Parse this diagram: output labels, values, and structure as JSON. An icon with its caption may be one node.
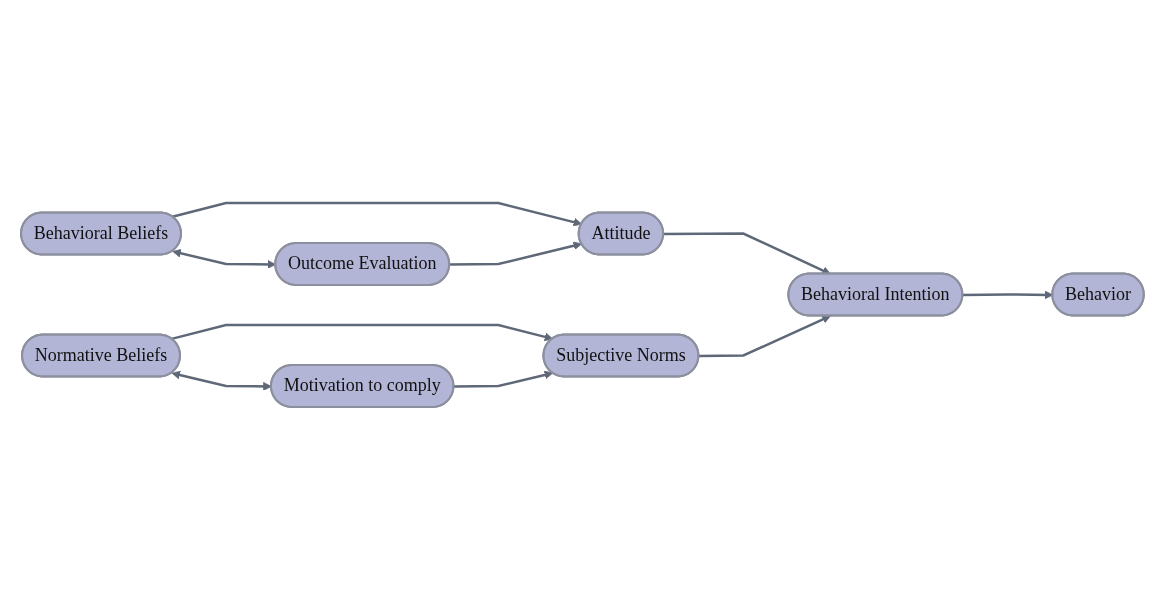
{
  "diagram": {
    "nodes": [
      {
        "text": [
          "Behavioral Beliefs"
        ]
      },
      {
        "text": [
          "Outcome Evaluation"
        ]
      },
      {
        "text": [
          "Attitude"
        ]
      },
      {
        "text": [
          "Normative Beliefs"
        ]
      },
      {
        "text": [
          "Motivation to comply"
        ]
      },
      {
        "text": [
          "Subjective Norms"
        ]
      },
      {
        "text": [
          "Behavioral Intention"
        ]
      },
      {
        "text": [
          "Behavior"
        ]
      }
    ],
    "edges": [
      {
        "from": 0,
        "to": 2,
        "arrow": "to"
      },
      {
        "from": 1,
        "to": 2,
        "arrow": "to"
      },
      {
        "from": 0,
        "to": 1,
        "arrow": "both"
      },
      {
        "from": 3,
        "to": 5,
        "arrow": "to"
      },
      {
        "from": 4,
        "to": 5,
        "arrow": "to"
      },
      {
        "from": 3,
        "to": 4,
        "arrow": "both"
      },
      {
        "from": 2,
        "to": 6,
        "arrow": "to"
      },
      {
        "from": 5,
        "to": 6,
        "arrow": "to"
      },
      {
        "from": 6,
        "to": 7,
        "arrow": "to"
      }
    ]
  }
}
